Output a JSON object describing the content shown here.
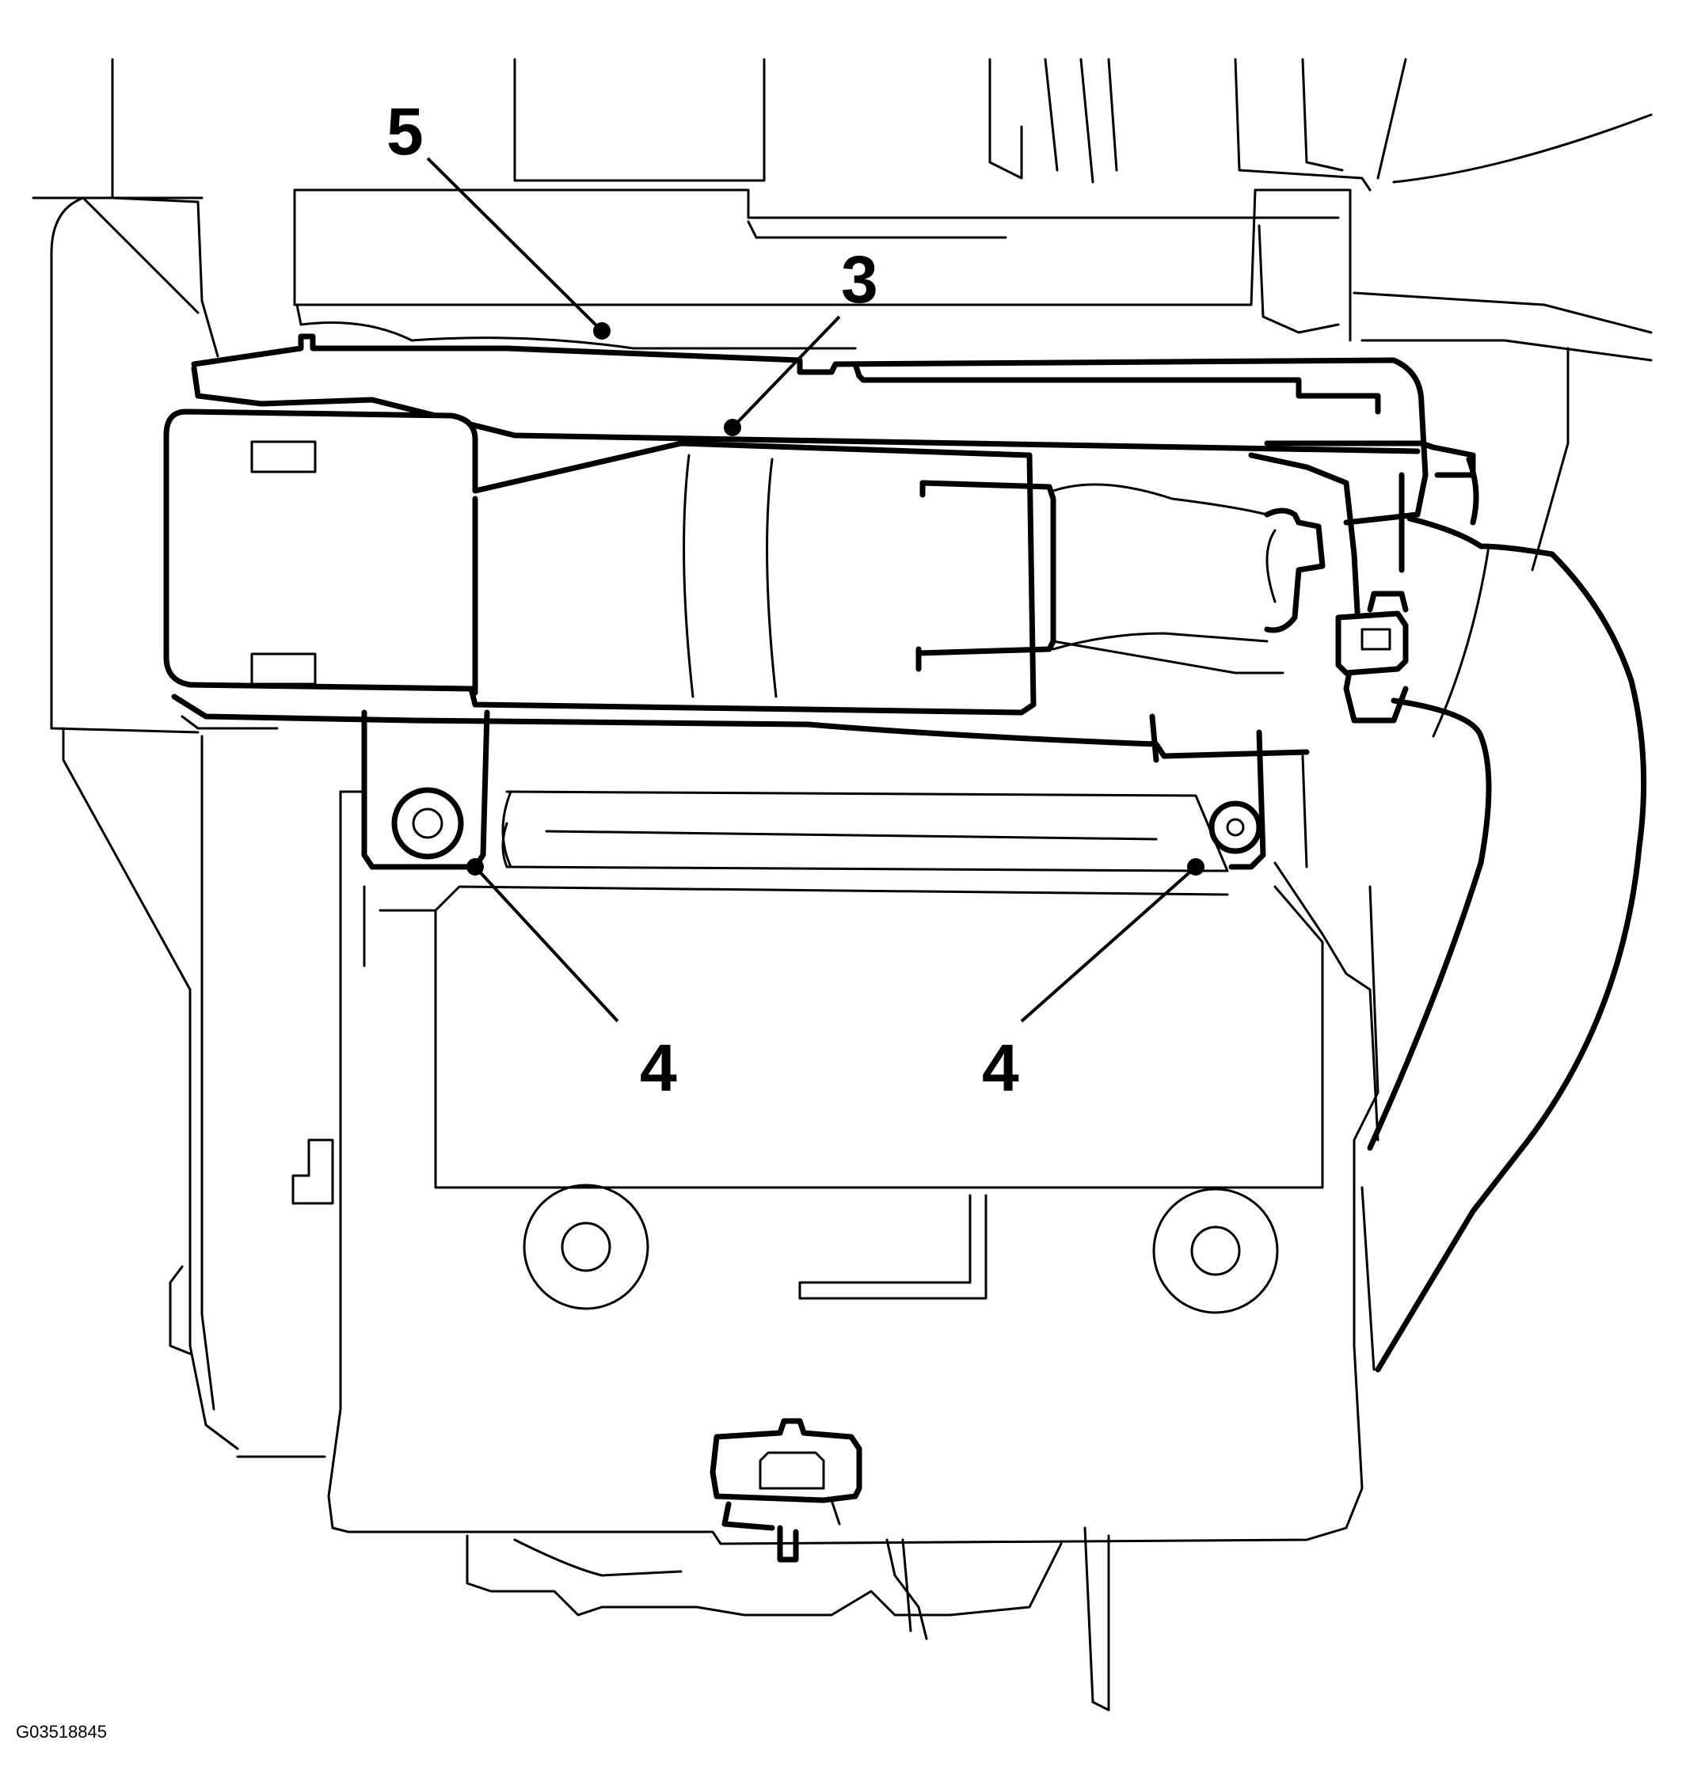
{
  "figure_id": "G03518845",
  "callouts": [
    {
      "label": "5"
    },
    {
      "label": "3"
    },
    {
      "label": "4"
    },
    {
      "label": "4"
    }
  ]
}
